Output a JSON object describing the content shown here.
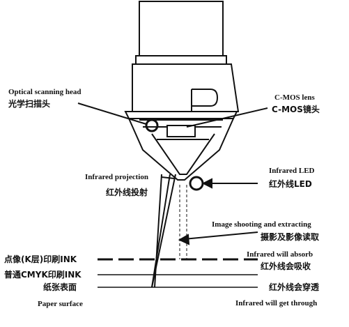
{
  "labels": {
    "optical_head_en": "Optical scanning head",
    "optical_head_zh": "光学扫描头",
    "cmos_en": "C-MOS lens",
    "cmos_zh": "C-MOS镜头",
    "ir_projection_en": "Infrared projection",
    "ir_projection_zh": "红外线投射",
    "ir_led_en": "Infrared LED",
    "ir_led_zh": "红外线LED",
    "image_shoot_en": "Image shooting and extracting",
    "image_shoot_zh": "摄影及影像读取",
    "ink_k_zh": "点像(K层)印刷INK",
    "ir_absorb_en": "Infrared will absorb",
    "ir_absorb_zh": "红外线会吸收",
    "ink_cmyk_zh": "普通CMYK印刷INK",
    "paper_zh": "纸张表面",
    "ir_through_zh": "红外线会穿透",
    "paper_en": "Paper surface",
    "ir_through_en": "Infrared will get through"
  },
  "colors": {
    "ink": "#111111",
    "background": "#ffffff"
  }
}
